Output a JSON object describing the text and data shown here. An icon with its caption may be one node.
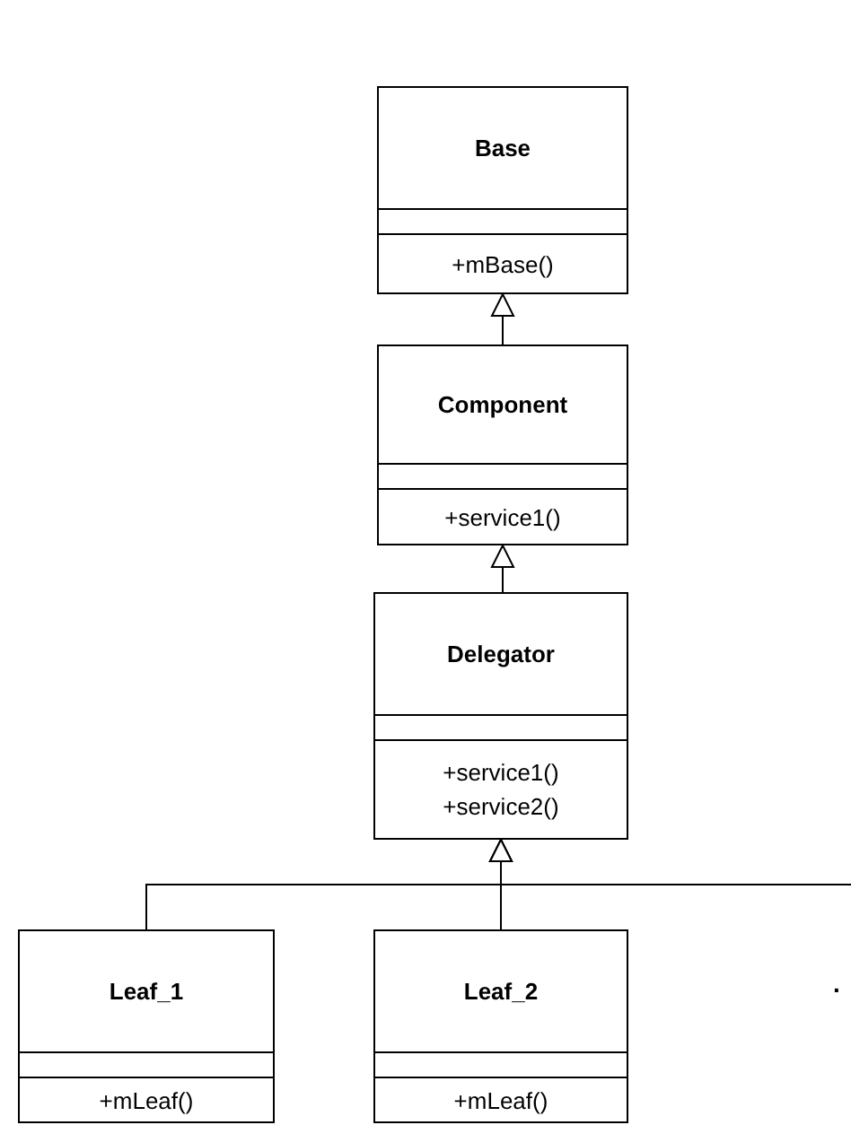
{
  "diagram": {
    "nodes": [
      {
        "text": [
          "Base",
          "+mBase()"
        ]
      },
      {
        "text": [
          "Component",
          "+service1()"
        ]
      },
      {
        "text": [
          "Delegator",
          "+service1() +service2()"
        ]
      },
      {
        "text": [
          "Leaf_1",
          "+mLeaf()"
        ]
      },
      {
        "text": [
          "Leaf_2",
          "+mLeaf()"
        ]
      }
    ],
    "edges": [
      {
        "from": 1,
        "to": 0,
        "arrow": "to"
      },
      {
        "from": 2,
        "to": 1,
        "arrow": "to"
      },
      {
        "from": 3,
        "to": 2,
        "arrow": "to"
      },
      {
        "from": 4,
        "to": 2,
        "arrow": "to"
      },
      {
        "from": null,
        "to": 2,
        "arrow": "to"
      }
    ],
    "labels": [
      "."
    ]
  }
}
